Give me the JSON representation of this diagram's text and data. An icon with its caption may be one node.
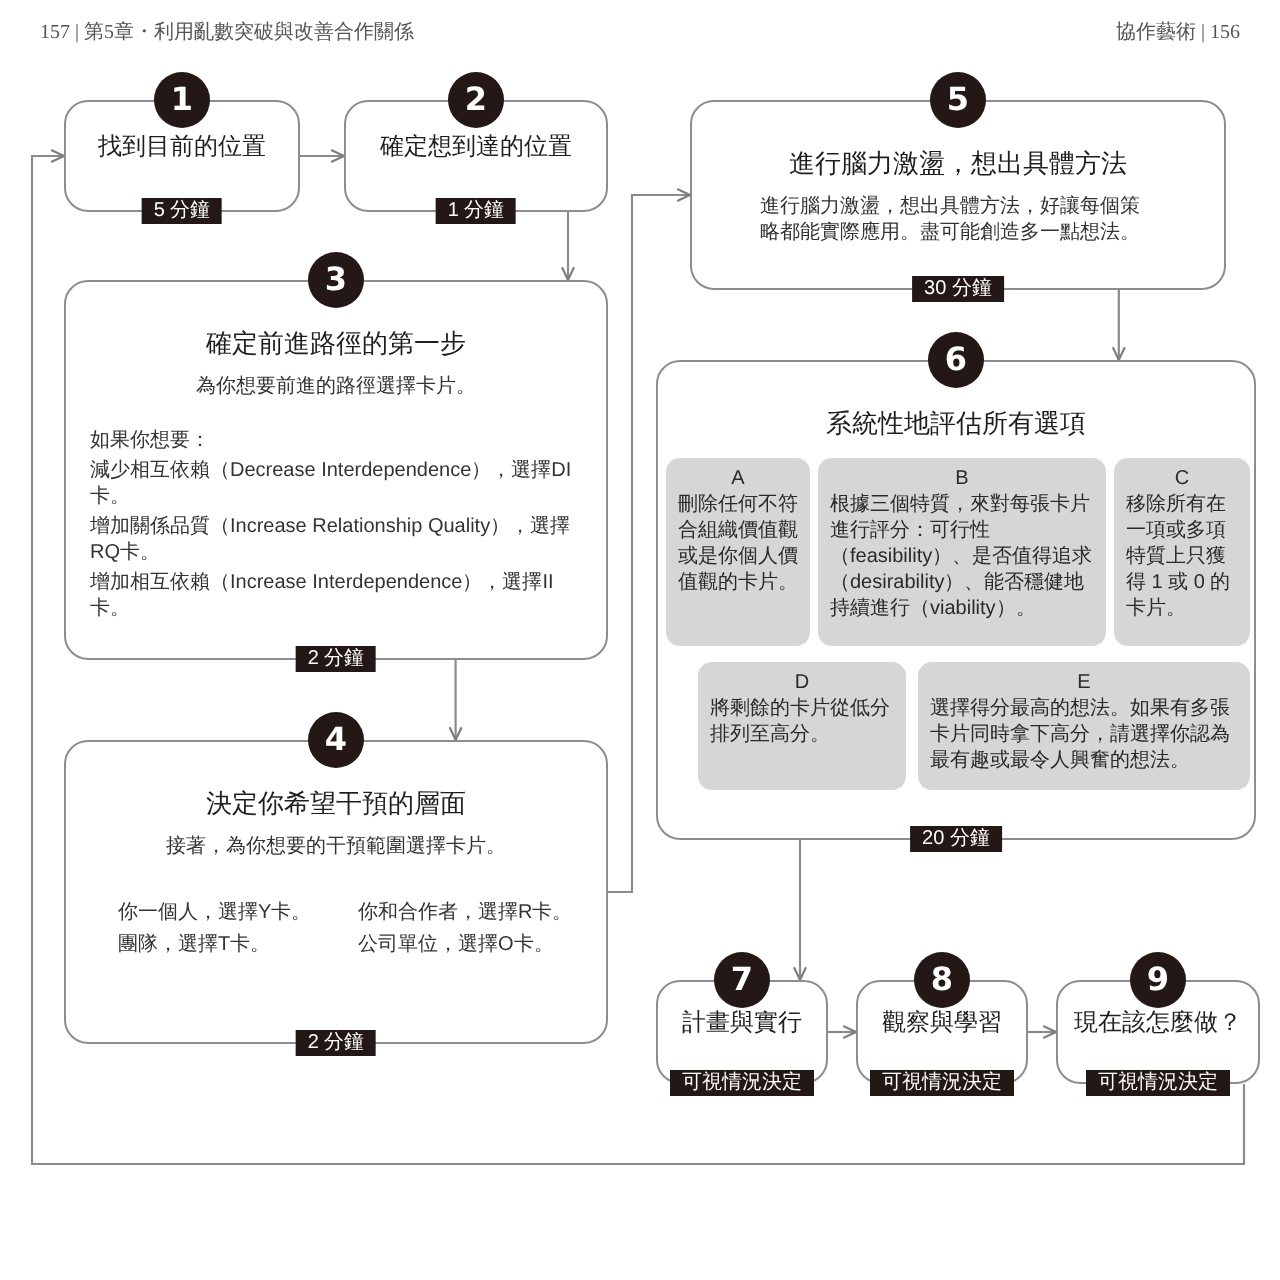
{
  "diagram": {
    "nodes": [
      {
        "text": [
          "1",
          "找到目前的位置",
          "5 分鐘"
        ]
      },
      {
        "text": [
          "2",
          "確定想到達的位置",
          "1 分鐘"
        ]
      },
      {
        "text": [
          "3",
          "確定前進路徑的第一步",
          "為你想要前進的路徑選擇卡片。",
          "如果你想要：",
          "減少相互依賴（Decrease Interdependence），選擇DI卡。",
          "增加關係品質（Increase Relationship Quality），選擇RQ卡。",
          "增加相互依賴（Increase Interdependence），選擇II卡。",
          "2 分鐘"
        ]
      },
      {
        "text": [
          "4",
          "決定你希望干預的層面",
          "接著，為你想要的干預範圍選擇卡片。",
          "你一個人，選擇Y卡。",
          "你和合作者，選擇R卡。",
          "團隊，選擇T卡。",
          "公司單位，選擇O卡。",
          "2 分鐘"
        ]
      },
      {
        "text": [
          "5",
          "進行腦力激盪，想出具體方法",
          "進行腦力激盪，想出具體方法，好讓每個策略都能實際應用。盡可能創造多一點想法。",
          "30 分鐘"
        ]
      },
      {
        "text": [
          "6",
          "系統性地評估所有選項",
          "20 分鐘"
        ]
      },
      {
        "text": [
          "A",
          "刪除任何不符合組織價值觀或是你個人價值觀的卡片。"
        ],
        "in": 5
      },
      {
        "text": [
          "B",
          "根據三個特質，來對每張卡片進行評分：可行性（feasibility）、是否值得追求（desirability）、能否穩健地持續進行（viability）。"
        ],
        "in": 5
      },
      {
        "text": [
          "C",
          "移除所有在一項或多項特質上只獲得 1 或 0 的卡片。"
        ],
        "in": 5
      },
      {
        "text": [
          "D",
          "將剩餘的卡片從低分排列至高分。"
        ],
        "in": 5
      },
      {
        "text": [
          "E",
          "選擇得分最高的想法。如果有多張卡片同時拿下高分，請選擇你認為最有趣或最令人興奮的想法。"
        ],
        "in": 5
      },
      {
        "text": [
          "7",
          "計畫與實行",
          "可視情況決定"
        ]
      },
      {
        "text": [
          "8",
          "觀察與學習",
          "可視情況決定"
        ]
      },
      {
        "text": [
          "9",
          "現在該怎麼做？",
          "可視情況決定"
        ]
      }
    ],
    "edges": [
      {
        "from": 0,
        "to": 1,
        "arrow": "to"
      },
      {
        "from": 1,
        "to": 2,
        "arrow": "to"
      },
      {
        "from": 2,
        "to": 3,
        "arrow": "to"
      },
      {
        "from": 3,
        "to": 4,
        "arrow": "to"
      },
      {
        "from": 4,
        "to": 5,
        "arrow": "to"
      },
      {
        "from": 5,
        "to": 11,
        "arrow": "to"
      },
      {
        "from": 11,
        "to": 12,
        "arrow": "to"
      },
      {
        "from": 12,
        "to": 13,
        "arrow": "to"
      },
      {
        "from": 13,
        "to": 0,
        "arrow": "to"
      }
    ],
    "labels": [
      "157 | 第5章・利用亂數突破與改善合作關係",
      "協作藝術 | 156"
    ]
  }
}
